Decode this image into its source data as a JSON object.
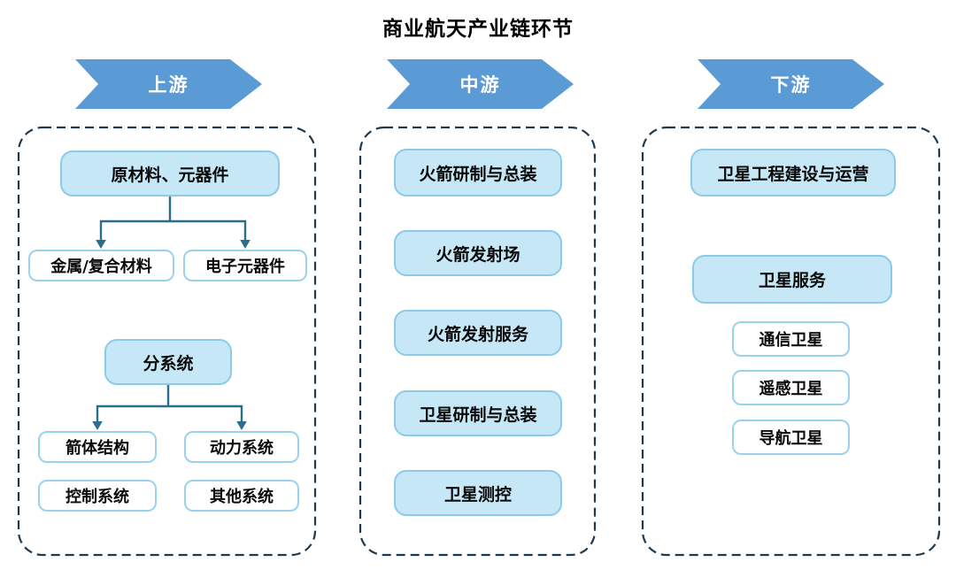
{
  "title": "商业航天产业链环节",
  "colors": {
    "banner_blue": "#5b9bd5",
    "node_fill": "#c6e7f5",
    "node_border": "#8bcbe9",
    "white_node_border": "#9ad2ee",
    "connector": "#2b6e8a",
    "dashed_container_border": "#1f3a50",
    "text": "#000000"
  },
  "columns": [
    {
      "banner": "上游",
      "trees": [
        {
          "parent": "原材料、元器件",
          "children": [
            "金属/复合材料",
            "电子元器件"
          ]
        },
        {
          "parent": "分系统",
          "children": [
            "箭体结构",
            "动力系统",
            "控制系统",
            "其他系统"
          ]
        }
      ]
    },
    {
      "banner": "中游",
      "items": [
        "火箭研制与总装",
        "火箭发射场",
        "火箭发射服务",
        "卫星研制与总装",
        "卫星测控"
      ]
    },
    {
      "banner": "下游",
      "top_item": "卫星工程建设与运营",
      "tree": {
        "parent": "卫星服务",
        "children": [
          "通信卫星",
          "遥感卫星",
          "导航卫星"
        ]
      }
    }
  ]
}
